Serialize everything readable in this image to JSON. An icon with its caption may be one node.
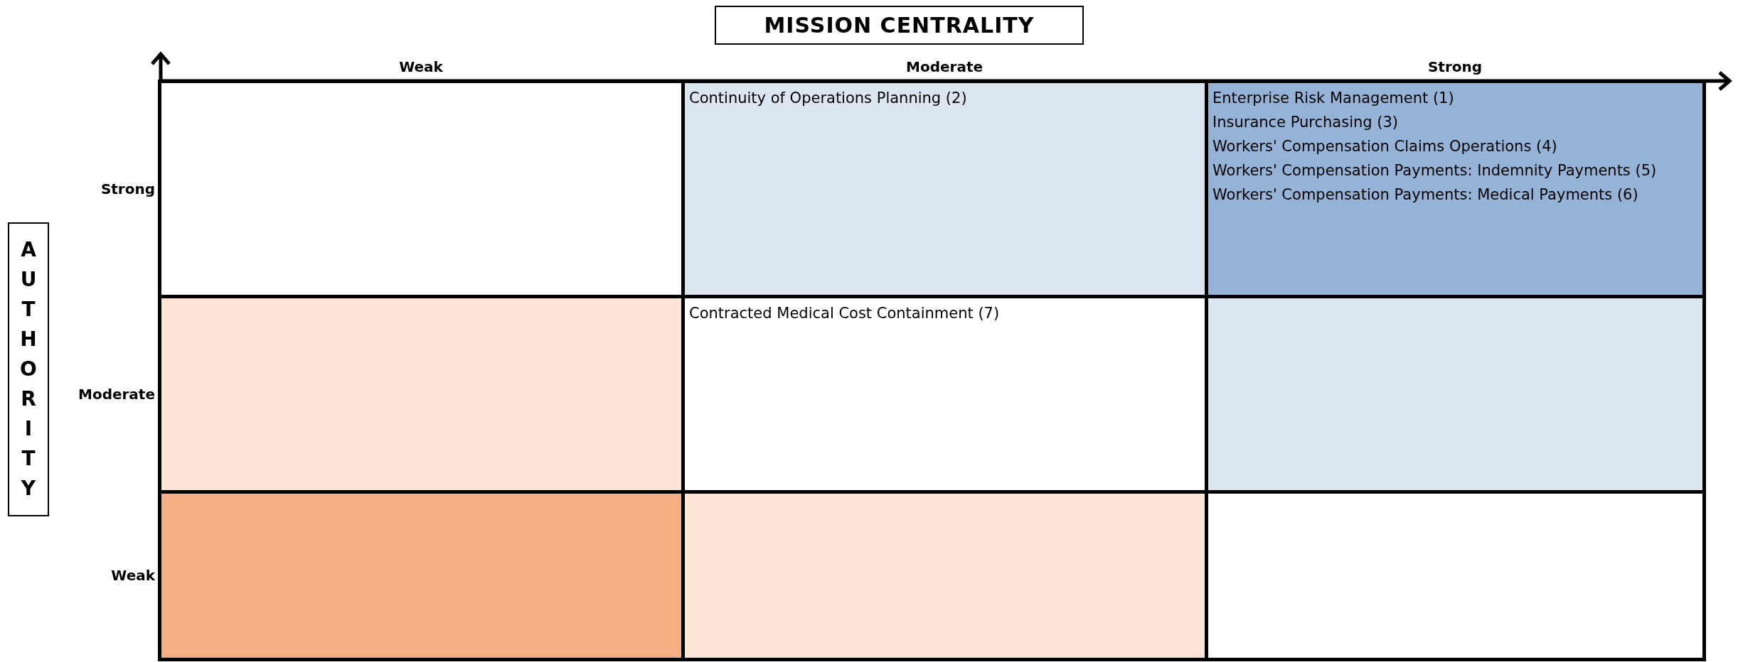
{
  "diagram": {
    "nodes": [
      {
        "text": [
          "MISSION CENTRALITY"
        ]
      },
      {
        "text": [
          "AUTHORITY"
        ]
      },
      {
        "text": [],
        "shape": "box"
      },
      {
        "text": [
          "Continuity of Operations Planning (2)"
        ]
      },
      {
        "text": [
          "Enterprise Risk Management (1)",
          "Insurance Purchasing (3)",
          "Workers' Compensation Claims Operations (4)",
          "Workers' Compensation Payments: Indemnity Payments (5)",
          "Workers' Compensation Payments: Medical Payments (6)"
        ]
      },
      {
        "text": [],
        "shape": "box"
      },
      {
        "text": [
          "Contracted Medical Cost Containment (7)"
        ]
      },
      {
        "text": [],
        "shape": "box"
      },
      {
        "text": [],
        "shape": "box"
      },
      {
        "text": [],
        "shape": "box"
      },
      {
        "text": [],
        "shape": "box"
      }
    ],
    "edges": [],
    "labels": [
      "Weak",
      "Moderate",
      "Strong",
      "Strong",
      "Moderate",
      "Weak"
    ]
  }
}
